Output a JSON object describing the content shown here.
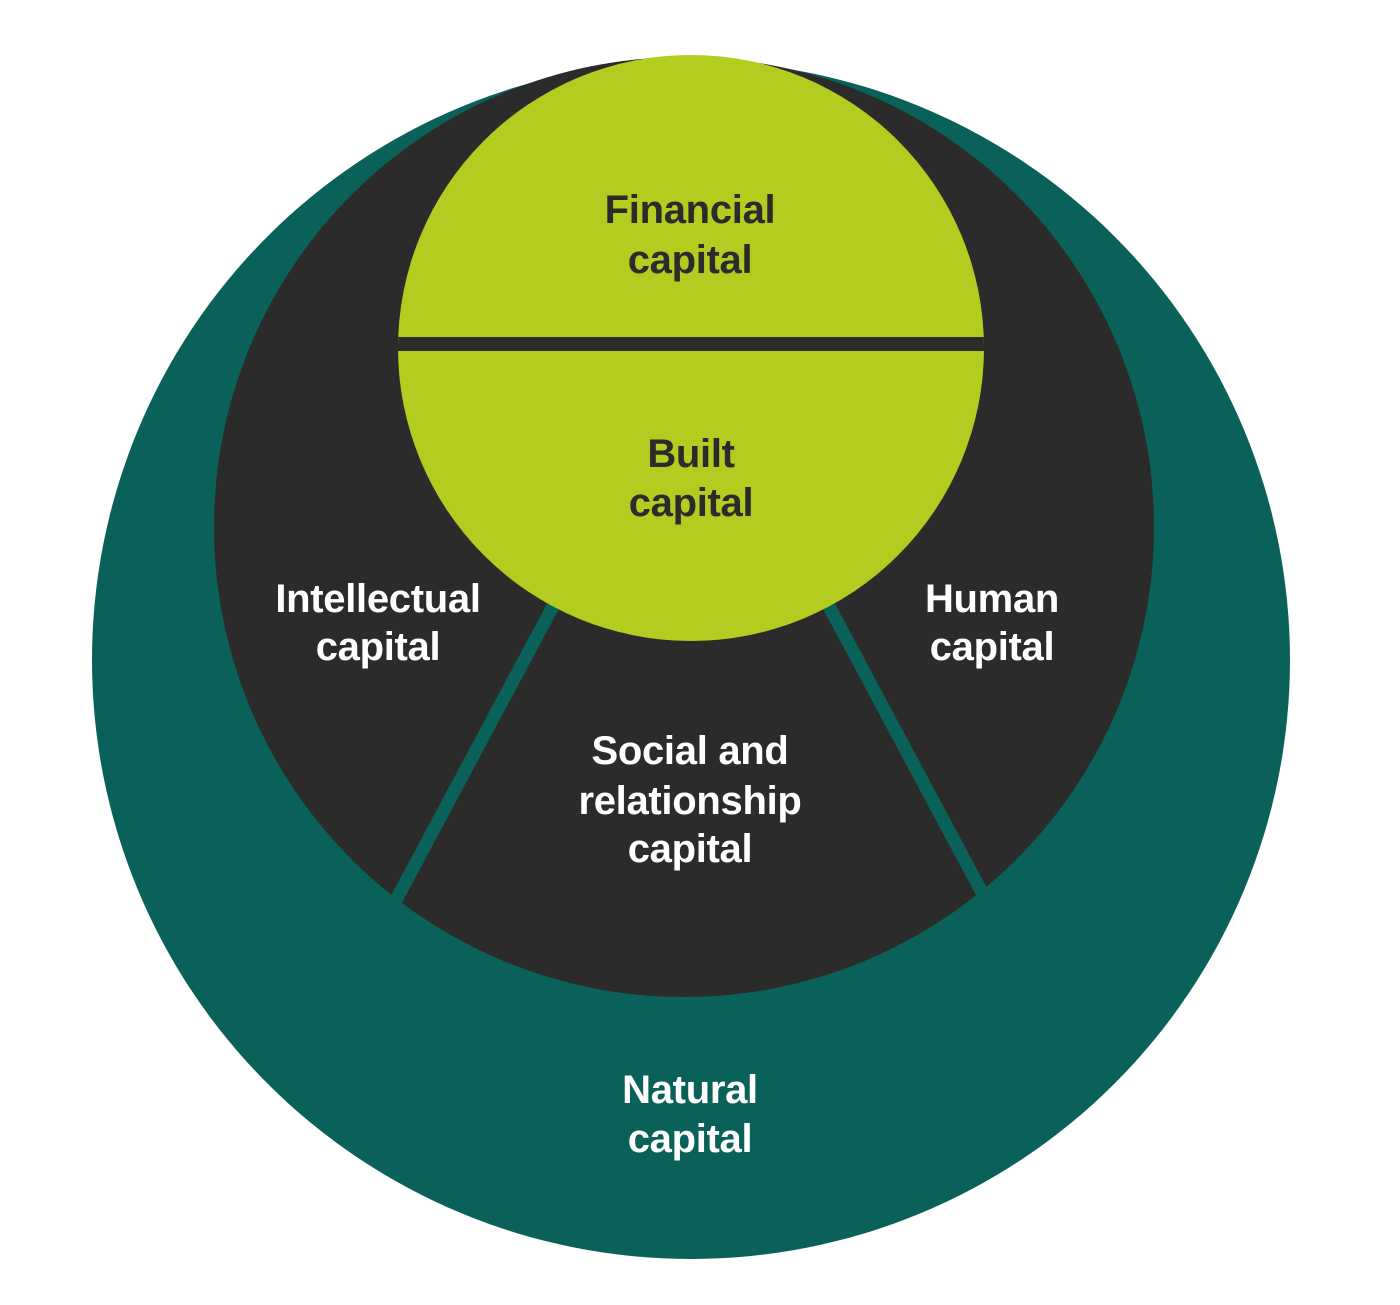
{
  "diagram": {
    "type": "nested-circles-capitals-model",
    "colors": {
      "background": "#FFFFFF",
      "teal": "#0A6159",
      "dark": "#2B2B2B",
      "lime": "#B4CB1F",
      "text_light": "#FFFFFF",
      "text_dark": "#2B2B2B"
    },
    "labels": {
      "financial": {
        "line1": "Financial",
        "line2": "capital"
      },
      "built": {
        "line1": "Built",
        "line2": "capital"
      },
      "intellectual": {
        "line1": "Intellectual",
        "line2": "capital"
      },
      "human": {
        "line1": "Human",
        "line2": "capital"
      },
      "social": {
        "line1": "Social and",
        "line2": "relationship",
        "line3": "capital"
      },
      "natural": {
        "line1": "Natural",
        "line2": "capital"
      }
    }
  }
}
